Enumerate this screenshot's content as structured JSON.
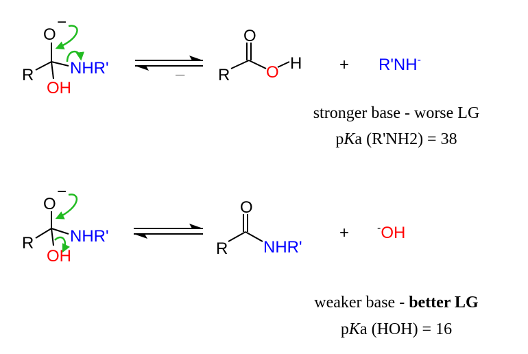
{
  "reaction_1": {
    "reactant": {
      "o_minus": "O",
      "charge": "−",
      "r": "R",
      "nhr": "NHR'",
      "oh": "OH"
    },
    "equilibrium_minus": "–",
    "product": {
      "o": "O",
      "r": "R",
      "o_single": "O",
      "h": "H"
    },
    "plus": "+",
    "leaving_group": {
      "text": "R'NH",
      "charge": "-"
    },
    "caption_line1": "stronger base - worse LG",
    "caption_line2_prefix": "p",
    "caption_line2_k": "K",
    "caption_line2_rest": "a (R'NH2) = 38"
  },
  "reaction_2": {
    "reactant": {
      "o_minus": "O",
      "charge": "−",
      "r": "R",
      "nhr": "NHR'",
      "oh": "OH"
    },
    "product": {
      "o": "O",
      "r": "R",
      "nhr": "NHR'"
    },
    "plus": "+",
    "leaving_group": {
      "charge": "-",
      "text": "OH"
    },
    "caption_line1_normal": "weaker base - ",
    "caption_line1_bold": "better LG",
    "caption_line2_prefix": "p",
    "caption_line2_k": "K",
    "caption_line2_rest": "a (HOH) = 16"
  },
  "colors": {
    "arrow": "#22bb22",
    "nitrogen": "#0000ff",
    "oxygen": "#ff0000"
  }
}
